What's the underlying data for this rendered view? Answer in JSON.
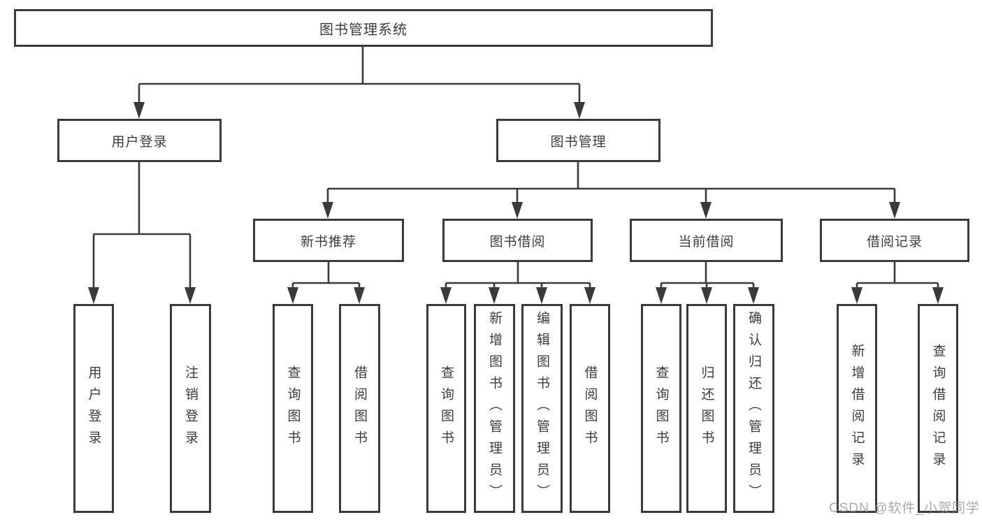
{
  "diagram": {
    "root": {
      "label": "图书管理系统"
    },
    "level2": [
      {
        "label": "用户登录"
      },
      {
        "label": "图书管理"
      }
    ],
    "level3": [
      {
        "label": "新书推荐"
      },
      {
        "label": "图书借阅"
      },
      {
        "label": "当前借阅"
      },
      {
        "label": "借阅记录"
      }
    ],
    "leaves": [
      {
        "label": "用户登录"
      },
      {
        "label": "注销登录"
      },
      {
        "label": "查询图书"
      },
      {
        "label": "借阅图书"
      },
      {
        "label": "查询图书"
      },
      {
        "label": "新增图书（管理员）"
      },
      {
        "label": "编辑图书（管理员）"
      },
      {
        "label": "借阅图书"
      },
      {
        "label": "查询图书"
      },
      {
        "label": "归还图书"
      },
      {
        "label": "确认归还（管理员）"
      },
      {
        "label": "新增借阅记录"
      },
      {
        "label": "查询借阅记录"
      }
    ]
  },
  "watermark": {
    "text": "CSDN @软件_小贺同学"
  },
  "colors": {
    "line": "#3a3a3a",
    "box_border": "#3a3a3a",
    "text": "#3c3c3c",
    "background": "#ffffff",
    "watermark": "#8c8c8c"
  }
}
